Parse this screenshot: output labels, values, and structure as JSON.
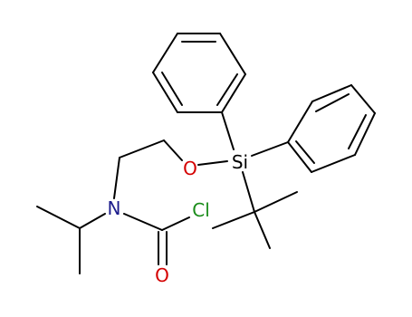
{
  "molecule": {
    "atoms": [
      {
        "id": "si",
        "symbol": "Si",
        "color": "#000000"
      },
      {
        "id": "o",
        "symbol": "O",
        "color": "#d40000"
      },
      {
        "id": "n",
        "symbol": "N",
        "color": "#1c1c8c"
      },
      {
        "id": "cl",
        "symbol": "Cl",
        "color": "#1a8c1a"
      },
      {
        "id": "o2",
        "symbol": "O",
        "color": "#d40000"
      }
    ]
  }
}
